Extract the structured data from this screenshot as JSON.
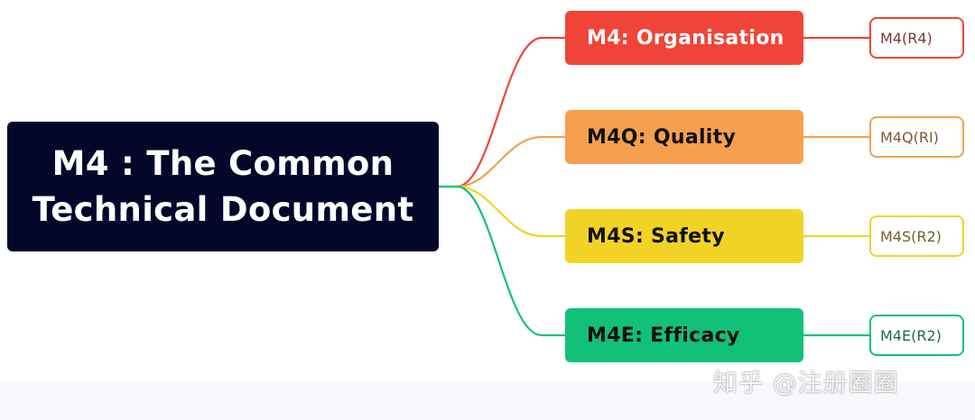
{
  "root": {
    "line1": "M4 : The Common",
    "line2": "Technical Document",
    "color": "#04062a"
  },
  "branches": [
    {
      "label": "M4: Organisation",
      "color": "#f04438",
      "text_color": "#ffffff",
      "leaf": "M4(R4)",
      "leaf_text_color": "#7a3a34"
    },
    {
      "label": "M4Q: Quality",
      "color": "#f5a04f",
      "text_color": "#111111",
      "leaf": "M4Q(RI)",
      "leaf_text_color": "#7a5a3a"
    },
    {
      "label": "M4S: Safety",
      "color": "#f1d326",
      "text_color": "#111111",
      "leaf": "M4S(R2)",
      "leaf_text_color": "#6e6428"
    },
    {
      "label": "M4E: Efficacy",
      "color": "#11c177",
      "text_color": "#111111",
      "leaf": "M4E(R2)",
      "leaf_text_color": "#1e6b4a"
    }
  ],
  "watermark": "知乎 @注册圈圈"
}
